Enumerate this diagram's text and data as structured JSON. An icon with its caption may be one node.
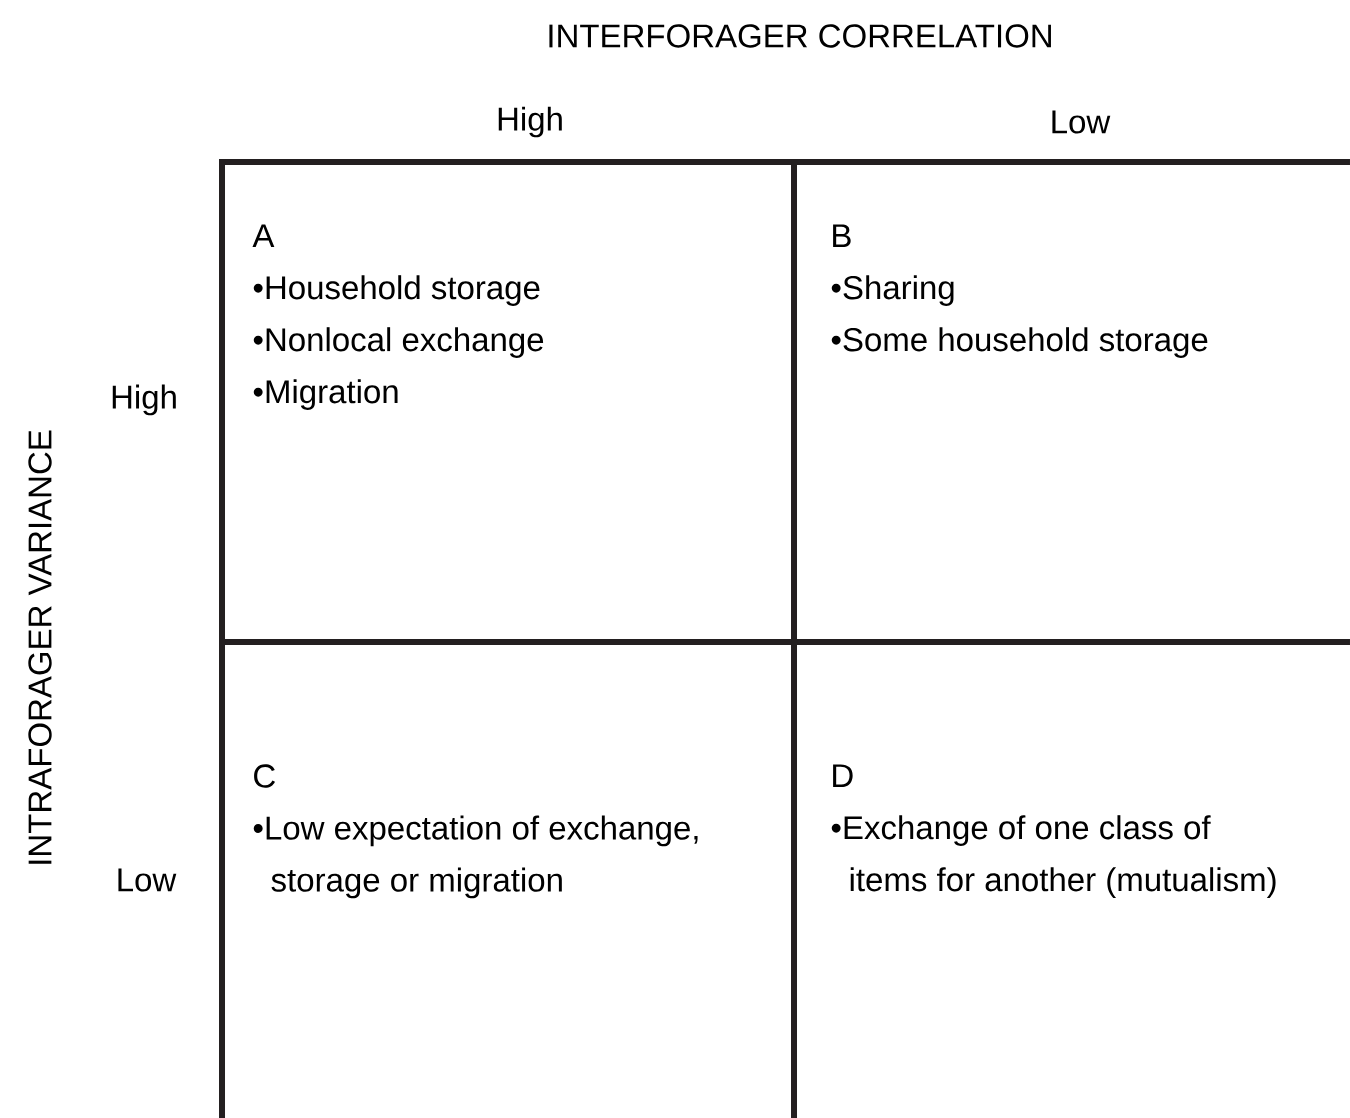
{
  "diagram": {
    "nodes": [
      {
        "text": [
          "A",
          "•Household storage",
          "•Nonlocal exchange",
          "•Migration"
        ]
      },
      {
        "text": [
          "B",
          "•Sharing",
          "•Some household storage"
        ]
      },
      {
        "text": [
          "C",
          "•Low expectation of exchange, storage or migration"
        ]
      },
      {
        "text": [
          "D",
          "•Exchange of one class of items for another (mutualism)"
        ]
      }
    ],
    "labels": [
      "INTERFORAGER CORRELATION",
      "High",
      "Low",
      "INTRAFORAGER VARIANCE",
      "High",
      "Low"
    ]
  }
}
